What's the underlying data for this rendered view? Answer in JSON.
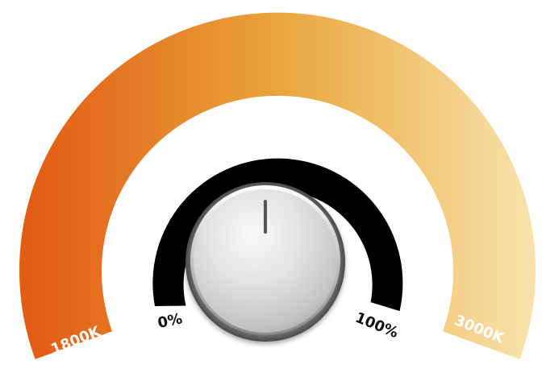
{
  "cct_scale": {
    "min_label": "1800K",
    "max_label": "3000K",
    "colors": {
      "warm": "#e25d14",
      "mid": "#e9a53c",
      "cool": "#f8e1a8"
    }
  },
  "dimmer_scale": {
    "min_label": "0%",
    "max_label": "100%",
    "track_color": "#000000"
  },
  "knob": {
    "level_fraction": 0.5,
    "icon": "rotary-knob-icon",
    "face_color": "#dcdcdc",
    "indicator_color": "#555555"
  }
}
